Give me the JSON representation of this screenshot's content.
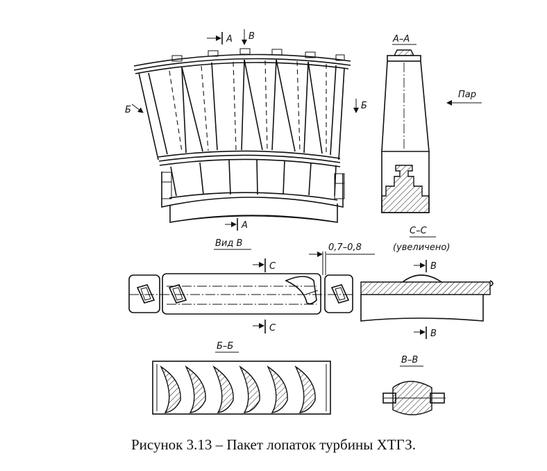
{
  "labels": {
    "section_aa": "А–А",
    "arrow_a_top": "А",
    "arrow_a_bottom": "А",
    "arrow_b_top": "В",
    "arrow_bb_left": "Б",
    "arrow_bb_right": "Б",
    "steam": "Пар",
    "view_b": "Вид В",
    "clearance": "0,7–0,8",
    "arrow_c_top": "С",
    "arrow_c_bottom": "С",
    "section_cc": "С–С",
    "enlarged": "(увеличено)",
    "arrow_v_top": "В",
    "arrow_v_bottom": "В",
    "section_bb": "Б–Б",
    "section_vv": "В–В"
  },
  "caption": "Рисунок 3.13 – Пакет лопаток турбины ХТГЗ."
}
